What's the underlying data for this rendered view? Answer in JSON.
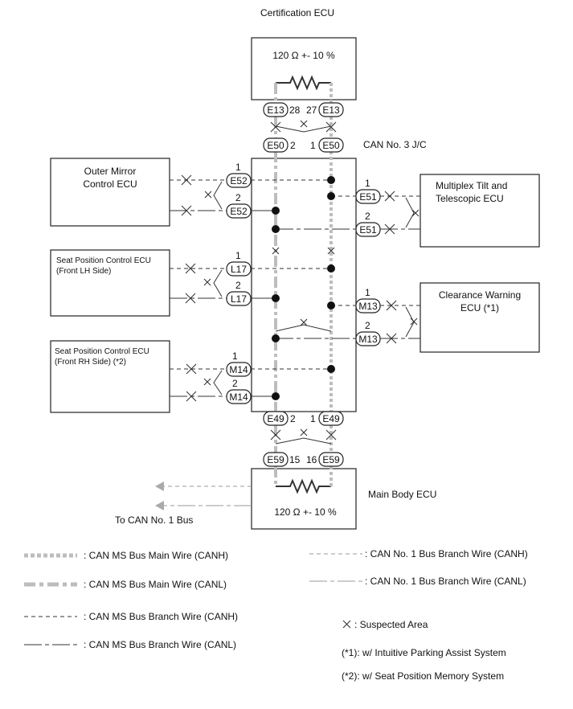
{
  "ecus": {
    "certification": "Certification ECU",
    "main_body": "Main Body ECU",
    "outer_mirror_1": "Outer Mirror",
    "outer_mirror_2": "Control ECU",
    "seat_lh_1": "Seat Position Control ECU",
    "seat_lh_2": "(Front LH Side)",
    "seat_rh_1": "Seat Position Control ECU",
    "seat_rh_2": "(Front RH Side) (*2)",
    "tilt_1": "Multiplex Tilt and",
    "tilt_2": "Telescopic ECU",
    "clearance_1": "Clearance Warning",
    "clearance_2": "ECU (*1)"
  },
  "resistor_top": "120 Ω +- 10 %",
  "resistor_bottom": "120 Ω +- 10 %",
  "junction": "CAN No. 3 J/C",
  "to_bus": "To CAN No. 1 Bus",
  "connectors": {
    "e13": "E13",
    "e50": "E50",
    "e52": "E52",
    "e51": "E51",
    "l17": "L17",
    "m13": "M13",
    "m14": "M14",
    "e49": "E49",
    "e59": "E59"
  },
  "pins": {
    "one": "1",
    "two": "2",
    "p15": "15",
    "p16": "16",
    "p27": "27",
    "p28": "28"
  },
  "legend": {
    "main_canh": ": CAN MS Bus Main Wire (CANH)",
    "main_canl": ": CAN MS Bus Main Wire (CANL)",
    "branch_canh": ": CAN MS Bus Branch Wire (CANH)",
    "branch_canl": ": CAN MS Bus Branch Wire (CANL)",
    "no1_canh": ": CAN No. 1 Bus Branch Wire (CANH)",
    "no1_canl": ": CAN No. 1 Bus Branch Wire (CANL)",
    "suspected": ": Suspected Area",
    "note1": "(*1): w/ Intuitive Parking Assist System",
    "note2": "(*2): w/ Seat Position Memory System"
  }
}
